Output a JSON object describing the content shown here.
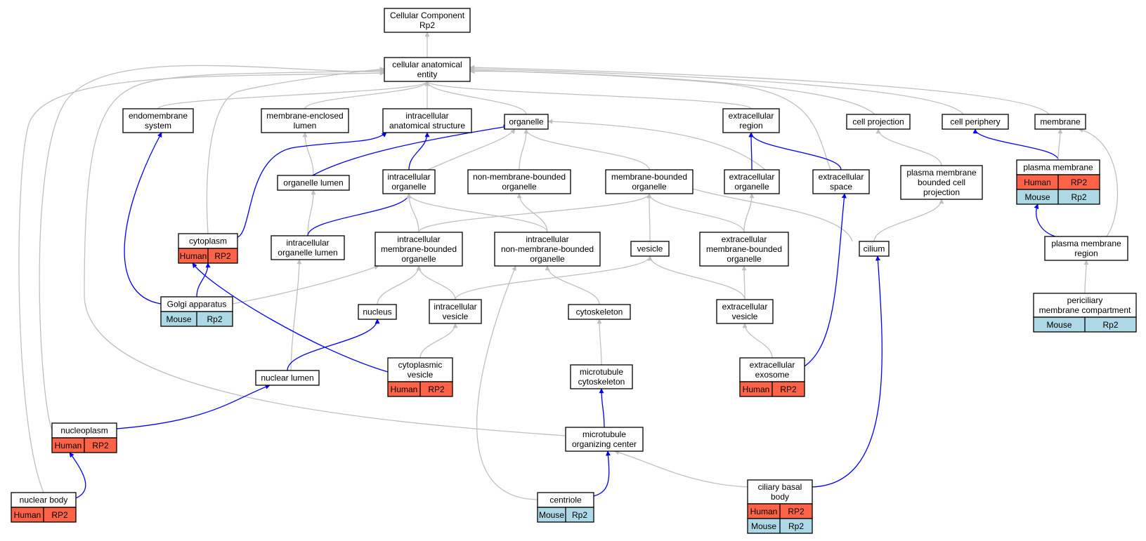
{
  "colors": {
    "grey_edge": "#c0c0c0",
    "blue_edge": "#0000ff",
    "human": "#ff6347",
    "mouse": "#add8e6",
    "node_border": "#000000",
    "node_fill": "#ffffff"
  },
  "nodes": {
    "root": {
      "lines": [
        "Cellular Component",
        "Rp2"
      ]
    },
    "cae": {
      "lines": [
        "cellular anatomical",
        "entity"
      ]
    },
    "endo": {
      "lines": [
        "endomembrane",
        "system"
      ]
    },
    "mel": {
      "lines": [
        "membrane-enclosed",
        "lumen"
      ]
    },
    "ias": {
      "lines": [
        "intracellular",
        "anatomical structure"
      ]
    },
    "org": {
      "lines": [
        "organelle"
      ]
    },
    "exr": {
      "lines": [
        "extracellular",
        "region"
      ]
    },
    "cp": {
      "lines": [
        "cell projection"
      ]
    },
    "cper": {
      "lines": [
        "cell periphery"
      ]
    },
    "mem": {
      "lines": [
        "membrane"
      ]
    },
    "olum": {
      "lines": [
        "organelle lumen"
      ]
    },
    "iorg": {
      "lines": [
        "intracellular",
        "organelle"
      ]
    },
    "nmbo": {
      "lines": [
        "non-membrane-bounded",
        "organelle"
      ]
    },
    "mbo": {
      "lines": [
        "membrane-bounded",
        "organelle"
      ]
    },
    "exo": {
      "lines": [
        "extracellular",
        "organelle"
      ]
    },
    "exs": {
      "lines": [
        "extracellular",
        "space"
      ]
    },
    "pmbcp": {
      "lines": [
        "plasma membrane",
        "bounded cell",
        "projection"
      ]
    },
    "pm": {
      "lines": [
        "plasma membrane"
      ],
      "tags": [
        [
          "Human",
          "RP2"
        ],
        [
          "Mouse",
          "Rp2"
        ]
      ]
    },
    "cyto": {
      "lines": [
        "cytoplasm"
      ],
      "tags": [
        [
          "Human",
          "RP2"
        ]
      ]
    },
    "iol": {
      "lines": [
        "intracellular",
        "organelle lumen"
      ]
    },
    "imbo": {
      "lines": [
        "intracellular",
        "membrane-bounded",
        "organelle"
      ]
    },
    "inmbo": {
      "lines": [
        "intracellular",
        "non-membrane-bounded",
        "organelle"
      ]
    },
    "ves": {
      "lines": [
        "vesicle"
      ]
    },
    "exmbo": {
      "lines": [
        "extracellular",
        "membrane-bounded",
        "organelle"
      ]
    },
    "cil": {
      "lines": [
        "cilium"
      ]
    },
    "pmr": {
      "lines": [
        "plasma membrane",
        "region"
      ]
    },
    "golgi": {
      "lines": [
        "Golgi apparatus"
      ],
      "tags": [
        [
          "Mouse",
          "Rp2"
        ]
      ]
    },
    "nuc": {
      "lines": [
        "nucleus"
      ]
    },
    "iv": {
      "lines": [
        "intracellular",
        "vesicle"
      ]
    },
    "cysk": {
      "lines": [
        "cytoskeleton"
      ]
    },
    "exv": {
      "lines": [
        "extracellular",
        "vesicle"
      ]
    },
    "pmc": {
      "lines": [
        "periciliary",
        "membrane compartment"
      ],
      "tags": [
        [
          "Mouse",
          "Rp2"
        ]
      ]
    },
    "nl": {
      "lines": [
        "nuclear lumen"
      ]
    },
    "cv": {
      "lines": [
        "cytoplasmic",
        "vesicle"
      ],
      "tags": [
        [
          "Human",
          "RP2"
        ]
      ]
    },
    "mtc": {
      "lines": [
        "microtubule",
        "cytoskeleton"
      ]
    },
    "exe": {
      "lines": [
        "extracellular",
        "exosome"
      ],
      "tags": [
        [
          "Human",
          "RP2"
        ]
      ]
    },
    "np": {
      "lines": [
        "nucleoplasm"
      ],
      "tags": [
        [
          "Human",
          "RP2"
        ]
      ]
    },
    "mtoc": {
      "lines": [
        "microtubule",
        "organizing center"
      ]
    },
    "nb": {
      "lines": [
        "nuclear body"
      ],
      "tags": [
        [
          "Human",
          "RP2"
        ]
      ]
    },
    "cent": {
      "lines": [
        "centriole"
      ],
      "tags": [
        [
          "Mouse",
          "Rp2"
        ]
      ]
    },
    "cbb": {
      "lines": [
        "ciliary basal",
        "body"
      ],
      "tags": [
        [
          "Human",
          "RP2"
        ],
        [
          "Mouse",
          "Rp2"
        ]
      ]
    }
  },
  "edges": [
    [
      "cae",
      "root",
      "g"
    ],
    [
      "endo",
      "cae",
      "g"
    ],
    [
      "mel",
      "cae",
      "g"
    ],
    [
      "ias",
      "cae",
      "g"
    ],
    [
      "org",
      "cae",
      "g"
    ],
    [
      "exr",
      "cae",
      "g"
    ],
    [
      "cp",
      "cae",
      "g"
    ],
    [
      "cper",
      "cae",
      "g"
    ],
    [
      "mem",
      "cae",
      "g"
    ],
    [
      "cyto",
      "cae",
      "g"
    ],
    [
      "exs",
      "cae",
      "g"
    ],
    [
      "mtoc",
      "cae",
      "g"
    ],
    [
      "np",
      "cae",
      "g"
    ],
    [
      "nb",
      "cae",
      "g"
    ],
    [
      "golgi",
      "endo",
      "b"
    ],
    [
      "olum",
      "mel",
      "g"
    ],
    [
      "olum",
      "org",
      "b"
    ],
    [
      "cyto",
      "ias",
      "b"
    ],
    [
      "iorg",
      "ias",
      "b"
    ],
    [
      "iorg",
      "org",
      "g"
    ],
    [
      "nmbo",
      "org",
      "g"
    ],
    [
      "mbo",
      "org",
      "g"
    ],
    [
      "exo",
      "org",
      "g"
    ],
    [
      "exo",
      "exr",
      "b"
    ],
    [
      "exs",
      "exr",
      "b"
    ],
    [
      "pm",
      "cper",
      "b"
    ],
    [
      "pm",
      "mem",
      "g"
    ],
    [
      "pmbcp",
      "cp",
      "g"
    ],
    [
      "iol",
      "olum",
      "g"
    ],
    [
      "iol",
      "iorg",
      "b"
    ],
    [
      "imbo",
      "iorg",
      "g"
    ],
    [
      "inmbo",
      "iorg",
      "g"
    ],
    [
      "inmbo",
      "nmbo",
      "g"
    ],
    [
      "imbo",
      "mbo",
      "g"
    ],
    [
      "ves",
      "mbo",
      "g"
    ],
    [
      "exmbo",
      "mbo",
      "g"
    ],
    [
      "cil",
      "mbo",
      "g"
    ],
    [
      "exmbo",
      "exo",
      "g"
    ],
    [
      "exe",
      "exs",
      "b"
    ],
    [
      "cil",
      "pmbcp",
      "g"
    ],
    [
      "pmr",
      "pm",
      "b"
    ],
    [
      "pmr",
      "mem",
      "g"
    ],
    [
      "golgi",
      "cyto",
      "b"
    ],
    [
      "golgi",
      "imbo",
      "g"
    ],
    [
      "nuc",
      "imbo",
      "g"
    ],
    [
      "iv",
      "imbo",
      "g"
    ],
    [
      "iv",
      "ves",
      "g"
    ],
    [
      "cysk",
      "inmbo",
      "g"
    ],
    [
      "exv",
      "ves",
      "g"
    ],
    [
      "exv",
      "exmbo",
      "g"
    ],
    [
      "cbb",
      "cil",
      "b"
    ],
    [
      "pmc",
      "pmr",
      "g"
    ],
    [
      "nl",
      "iol",
      "g"
    ],
    [
      "nl",
      "nuc",
      "b"
    ],
    [
      "cv",
      "iv",
      "g"
    ],
    [
      "cv",
      "cyto",
      "b"
    ],
    [
      "mtc",
      "cysk",
      "g"
    ],
    [
      "exe",
      "exv",
      "g"
    ],
    [
      "np",
      "nl",
      "b"
    ],
    [
      "mtoc",
      "mtc",
      "b"
    ],
    [
      "cent",
      "inmbo",
      "g"
    ],
    [
      "nb",
      "np",
      "b"
    ],
    [
      "cent",
      "mtoc",
      "b"
    ],
    [
      "cbb",
      "mtoc",
      "g"
    ]
  ]
}
